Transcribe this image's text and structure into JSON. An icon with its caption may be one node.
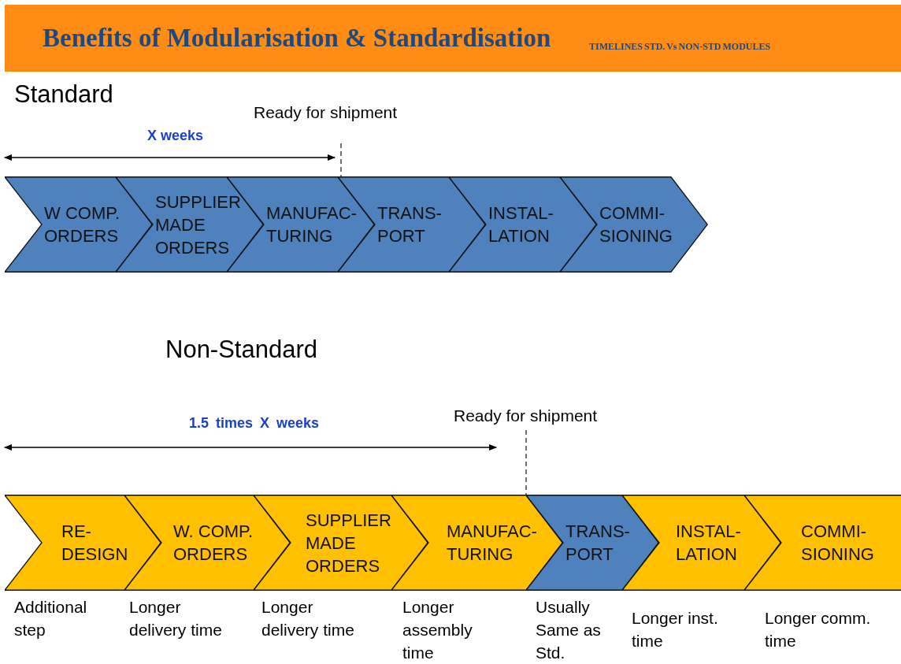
{
  "diagram": {
    "title": "Benefits of Modularisation & Standardisation",
    "nodes": [
      {
        "text": [
          "W COMP. ORDERS"
        ]
      },
      {
        "text": [
          "SUPPLIER MADE ORDERS"
        ]
      },
      {
        "text": [
          "MANUFAC- TURING"
        ]
      },
      {
        "text": [
          "TRANS- PORT"
        ]
      },
      {
        "text": [
          "INSTAL- LATION"
        ]
      },
      {
        "text": [
          "COMMI- SIONING"
        ]
      },
      {
        "text": [
          "RE- DESIGN"
        ],
        "beside": [
          "Additional step"
        ]
      },
      {
        "text": [
          "W. COMP. ORDERS"
        ],
        "beside": [
          "Longer delivery time"
        ]
      },
      {
        "text": [
          "SUPPLIER MADE ORDERS"
        ],
        "beside": [
          "Longer delivery time"
        ]
      },
      {
        "text": [
          "MANUFAC- TURING"
        ],
        "beside": [
          "Longer assembly time"
        ]
      },
      {
        "text": [
          "TRANS- PORT"
        ],
        "beside": [
          "Usually Same as Std."
        ]
      },
      {
        "text": [
          "INSTAL- LATION"
        ],
        "beside": [
          "Longer inst. time"
        ]
      },
      {
        "text": [
          "COMMI- SIONING"
        ],
        "beside": [
          "Longer comm. time"
        ]
      }
    ],
    "edges": [],
    "labels": [
      "TIMELINES STD. Vs NON-STD MODULES",
      "Standard",
      "Ready for shipment",
      "X weeks",
      "Non-Standard",
      "1.5 times X weeks",
      "Ready for shipment"
    ]
  }
}
